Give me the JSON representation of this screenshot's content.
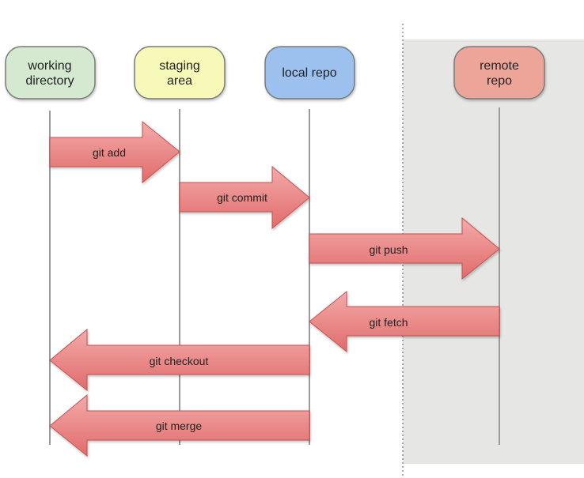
{
  "nodes": {
    "working_directory": {
      "line1": "working",
      "line2": "directory",
      "color": "#d4e9cf"
    },
    "staging_area": {
      "line1": "staging",
      "line2": "area",
      "color": "#f6f9b8"
    },
    "local_repo": {
      "label": "local repo",
      "color": "#9dc1ee"
    },
    "remote_repo": {
      "line1": "remote",
      "line2": "repo",
      "color": "#eda59a"
    }
  },
  "commands": {
    "add": "git add",
    "commit": "git commit",
    "push": "git push",
    "fetch": "git fetch",
    "checkout": "git checkout",
    "merge": "git merge"
  },
  "colors": {
    "arrow_fill": "#e16b6b",
    "arrow_light": "#f3aaaa",
    "arrow_stroke": "#c95050",
    "lifeline": "#9a9a9a",
    "remote_region": "#e6e7e4",
    "boundary": "#555555"
  }
}
